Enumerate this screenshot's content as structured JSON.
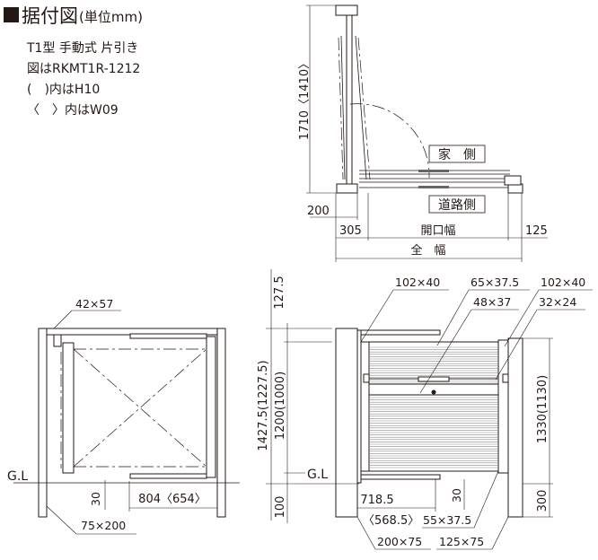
{
  "title": {
    "marker": "■",
    "main": "据付図",
    "unit": "(単位mm)"
  },
  "notes": [
    "T1型 手動式 片引き",
    "図はRKMT1R-1212",
    "(　)内はH10",
    "〈　〉内はW09"
  ],
  "plan_view": {
    "height_dim": "1710〈1410〉",
    "house_side": "家　側",
    "road_side": "道路側",
    "dim_200": "200",
    "dim_305": "305",
    "opening_width": "開口幅",
    "dim_125": "125",
    "total_width": "全　幅"
  },
  "side_view": {
    "top_member": "42×57",
    "gl": "G.L",
    "dim_30": "30",
    "width_dim": "804〈654〉",
    "post": "75×200"
  },
  "front_view": {
    "dim_127_5": "127.5",
    "dim_1427_5": "1427.5(1227.5)",
    "dim_1200": "1200(1000)",
    "dim_100": "100",
    "gl": "G.L",
    "label_102x40_left": "102×40",
    "label_65x37_5": "65×37.5",
    "label_48x37": "48×37",
    "label_102x40_right": "102×40",
    "label_32x24": "32×24",
    "dim_1330": "1330(1130)",
    "dim_300": "300",
    "dim_718_5": "718.5",
    "dim_568_5": "〈568.5〉",
    "dim_30": "30",
    "label_55x37_5": "55×37.5",
    "label_200x75": "200×75",
    "label_125x75": "125×75"
  }
}
